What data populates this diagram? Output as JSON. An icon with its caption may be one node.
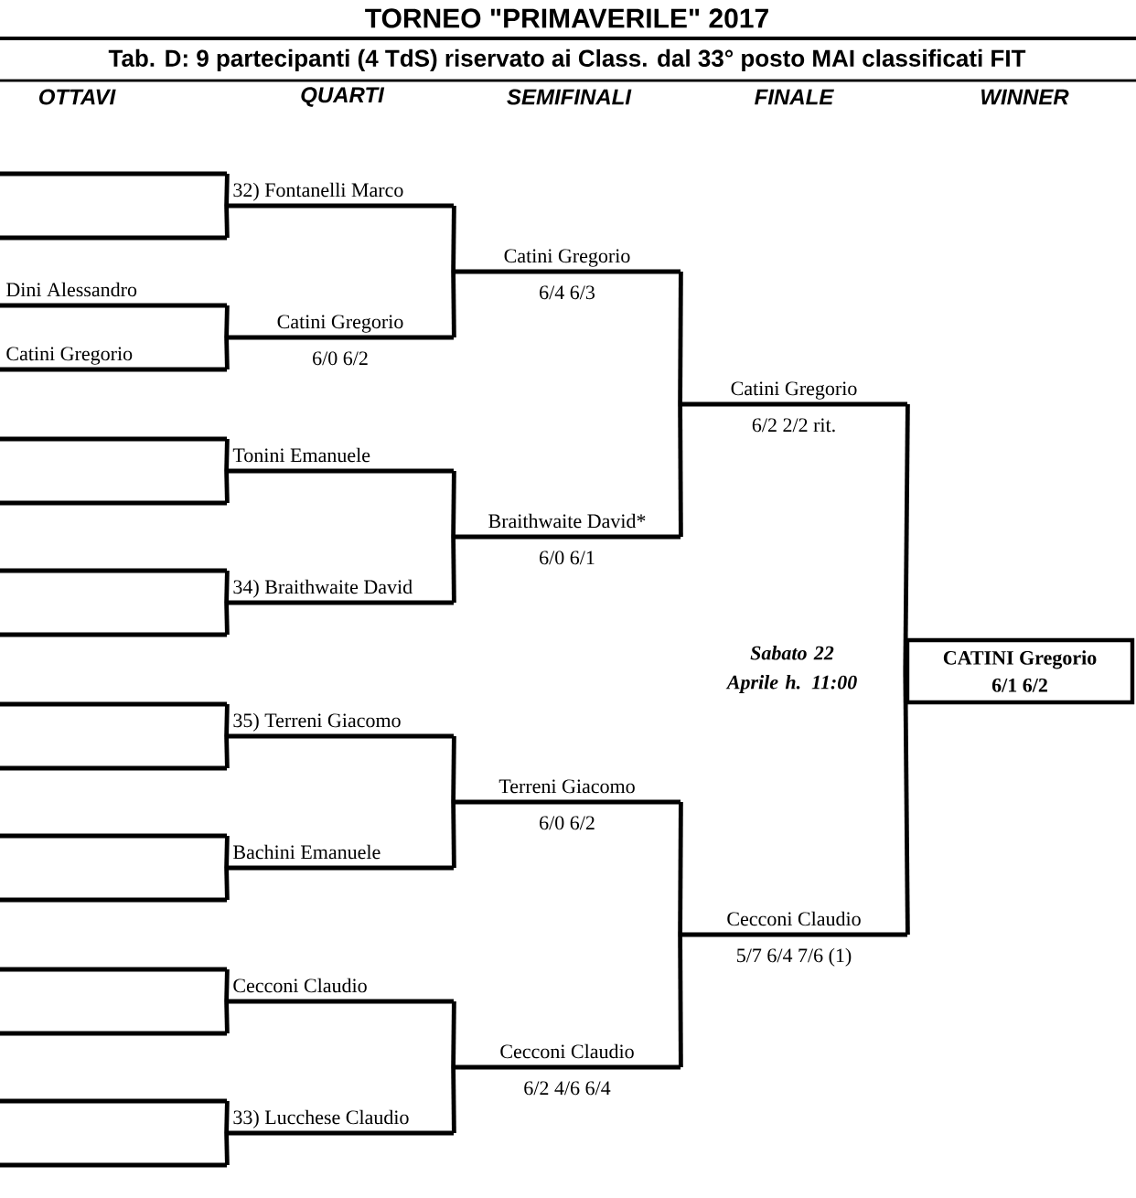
{
  "diagram": {
    "title": "TORNEO  \"PRIMAVERILE\"  2017",
    "nodes": [
      {
        "text": [],
        "shape": "line"
      },
      {
        "text": [],
        "shape": "line"
      },
      {
        "text": [
          "Dini Alessandro"
        ]
      },
      {
        "text": [
          "Catini Gregorio"
        ]
      },
      {
        "text": [],
        "shape": "line"
      },
      {
        "text": [],
        "shape": "line"
      },
      {
        "text": [],
        "shape": "line"
      },
      {
        "text": [],
        "shape": "line"
      },
      {
        "text": [],
        "shape": "line"
      },
      {
        "text": [],
        "shape": "line"
      },
      {
        "text": [],
        "shape": "line"
      },
      {
        "text": [],
        "shape": "line"
      },
      {
        "text": [],
        "shape": "line"
      },
      {
        "text": [],
        "shape": "line"
      },
      {
        "text": [],
        "shape": "line"
      },
      {
        "text": [],
        "shape": "line"
      },
      {
        "text": [
          "32) Fontanelli Marco"
        ]
      },
      {
        "text": [
          "Catini Gregorio",
          "6/0  6/2"
        ]
      },
      {
        "text": [
          "Tonini Emanuele"
        ]
      },
      {
        "text": [
          "34) Braithwaite David"
        ]
      },
      {
        "text": [
          "35) Terreni Giacomo"
        ]
      },
      {
        "text": [
          "Bachini Emanuele"
        ]
      },
      {
        "text": [
          "Cecconi Claudio"
        ]
      },
      {
        "text": [
          "33) Lucchese Claudio"
        ]
      },
      {
        "text": [
          "Catini Gregorio",
          "6/4  6/3"
        ]
      },
      {
        "text": [
          "Braithwaite  David*",
          "6/0  6/1"
        ]
      },
      {
        "text": [
          "Terreni Giacomo",
          "6/0  6/2"
        ]
      },
      {
        "text": [
          "Cecconi Claudio",
          "6/2  4/6  6/4"
        ]
      },
      {
        "text": [
          "Catini Gregorio",
          "6/2  2/2 rit."
        ]
      },
      {
        "text": [
          "Cecconi Claudio",
          "5/7  6/4  7/6 (1)"
        ]
      },
      {
        "text": [
          "CATINI  Gregorio",
          "6/1  6/2"
        ]
      }
    ],
    "edges": [
      {
        "from": 0,
        "to": 16,
        "arrow": "none"
      },
      {
        "from": 1,
        "to": 16,
        "arrow": "none"
      },
      {
        "from": 2,
        "to": 17,
        "arrow": "none"
      },
      {
        "from": 3,
        "to": 17,
        "arrow": "none"
      },
      {
        "from": 4,
        "to": 18,
        "arrow": "none"
      },
      {
        "from": 5,
        "to": 18,
        "arrow": "none"
      },
      {
        "from": 6,
        "to": 19,
        "arrow": "none"
      },
      {
        "from": 7,
        "to": 19,
        "arrow": "none"
      },
      {
        "from": 8,
        "to": 20,
        "arrow": "none"
      },
      {
        "from": 9,
        "to": 20,
        "arrow": "none"
      },
      {
        "from": 10,
        "to": 21,
        "arrow": "none"
      },
      {
        "from": 11,
        "to": 21,
        "arrow": "none"
      },
      {
        "from": 12,
        "to": 22,
        "arrow": "none"
      },
      {
        "from": 13,
        "to": 22,
        "arrow": "none"
      },
      {
        "from": 14,
        "to": 23,
        "arrow": "none"
      },
      {
        "from": 15,
        "to": 23,
        "arrow": "none"
      },
      {
        "from": 16,
        "to": 24,
        "arrow": "none"
      },
      {
        "from": 17,
        "to": 24,
        "arrow": "none"
      },
      {
        "from": 18,
        "to": 25,
        "arrow": "none"
      },
      {
        "from": 19,
        "to": 25,
        "arrow": "none"
      },
      {
        "from": 20,
        "to": 26,
        "arrow": "none"
      },
      {
        "from": 21,
        "to": 26,
        "arrow": "none"
      },
      {
        "from": 22,
        "to": 27,
        "arrow": "none"
      },
      {
        "from": 23,
        "to": 27,
        "arrow": "none"
      },
      {
        "from": 24,
        "to": 28,
        "arrow": "none"
      },
      {
        "from": 25,
        "to": 28,
        "arrow": "none"
      },
      {
        "from": 26,
        "to": 29,
        "arrow": "none"
      },
      {
        "from": 27,
        "to": 29,
        "arrow": "none"
      },
      {
        "from": 28,
        "to": 30,
        "arrow": "none"
      },
      {
        "from": 29,
        "to": 30,
        "arrow": "none"
      }
    ],
    "labels": [
      "Tab. D: 9 partecipanti (4 TdS) riservato ai Class. dal 33° posto MAI classificati FIT",
      "OTTAVI",
      "QUARTI",
      "SEMIFINALI",
      "FINALE",
      "WINNER",
      "Sabato 22 Aprile h. 11:00"
    ]
  }
}
